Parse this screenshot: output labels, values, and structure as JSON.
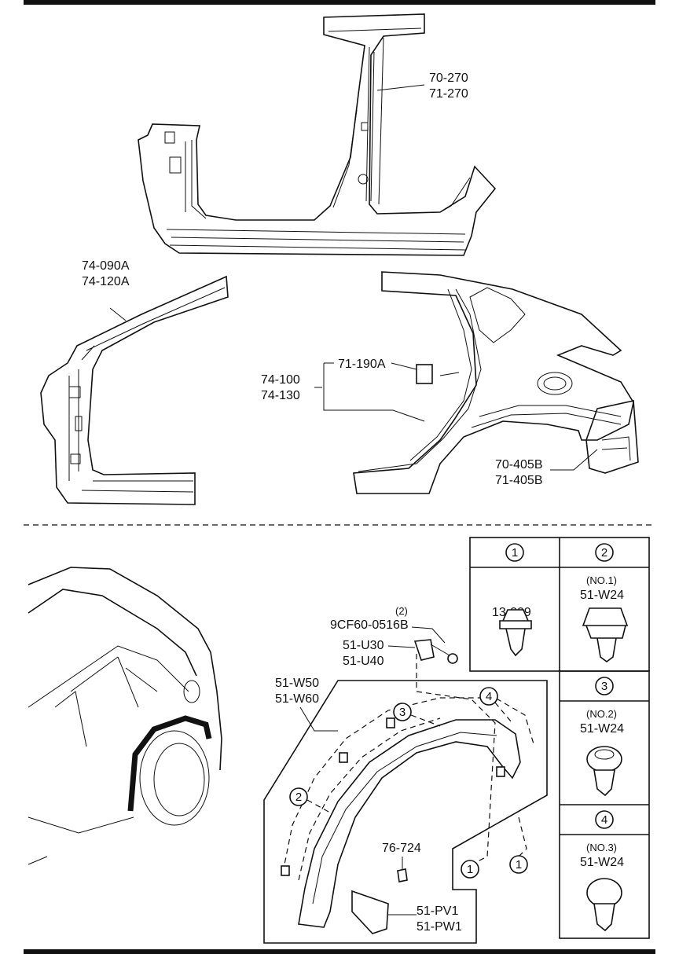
{
  "upper_callouts": {
    "rocker_outer": [
      "70-270",
      "71-270"
    ],
    "front_pillar": [
      "74-090A",
      "74-120A"
    ],
    "fuel_lid_bracket": "71-190A",
    "rear_fender": [
      "74-100",
      "74-130"
    ],
    "rear_lamp_bracket": [
      "70-405B",
      "71-405B"
    ]
  },
  "lower_callouts": {
    "screw_qty": "(2)",
    "screw": "9CF60-0516B",
    "bracket": [
      "51-U30",
      "51-U40"
    ],
    "moulding": [
      "51-W50",
      "51-W60"
    ],
    "clip_screw": "76-724",
    "mud_flap": [
      "51-PV1",
      "51-PW1"
    ],
    "callout_numbers": [
      "1",
      "1",
      "2",
      "3",
      "4"
    ]
  },
  "legend": [
    {
      "num": "1",
      "sub": "",
      "part": "13-209"
    },
    {
      "num": "2",
      "sub": "(NO.1)",
      "part": "51-W24"
    },
    {
      "num": "3",
      "sub": "(NO.2)",
      "part": "51-W24"
    },
    {
      "num": "4",
      "sub": "(NO.3)",
      "part": "51-W24"
    }
  ]
}
